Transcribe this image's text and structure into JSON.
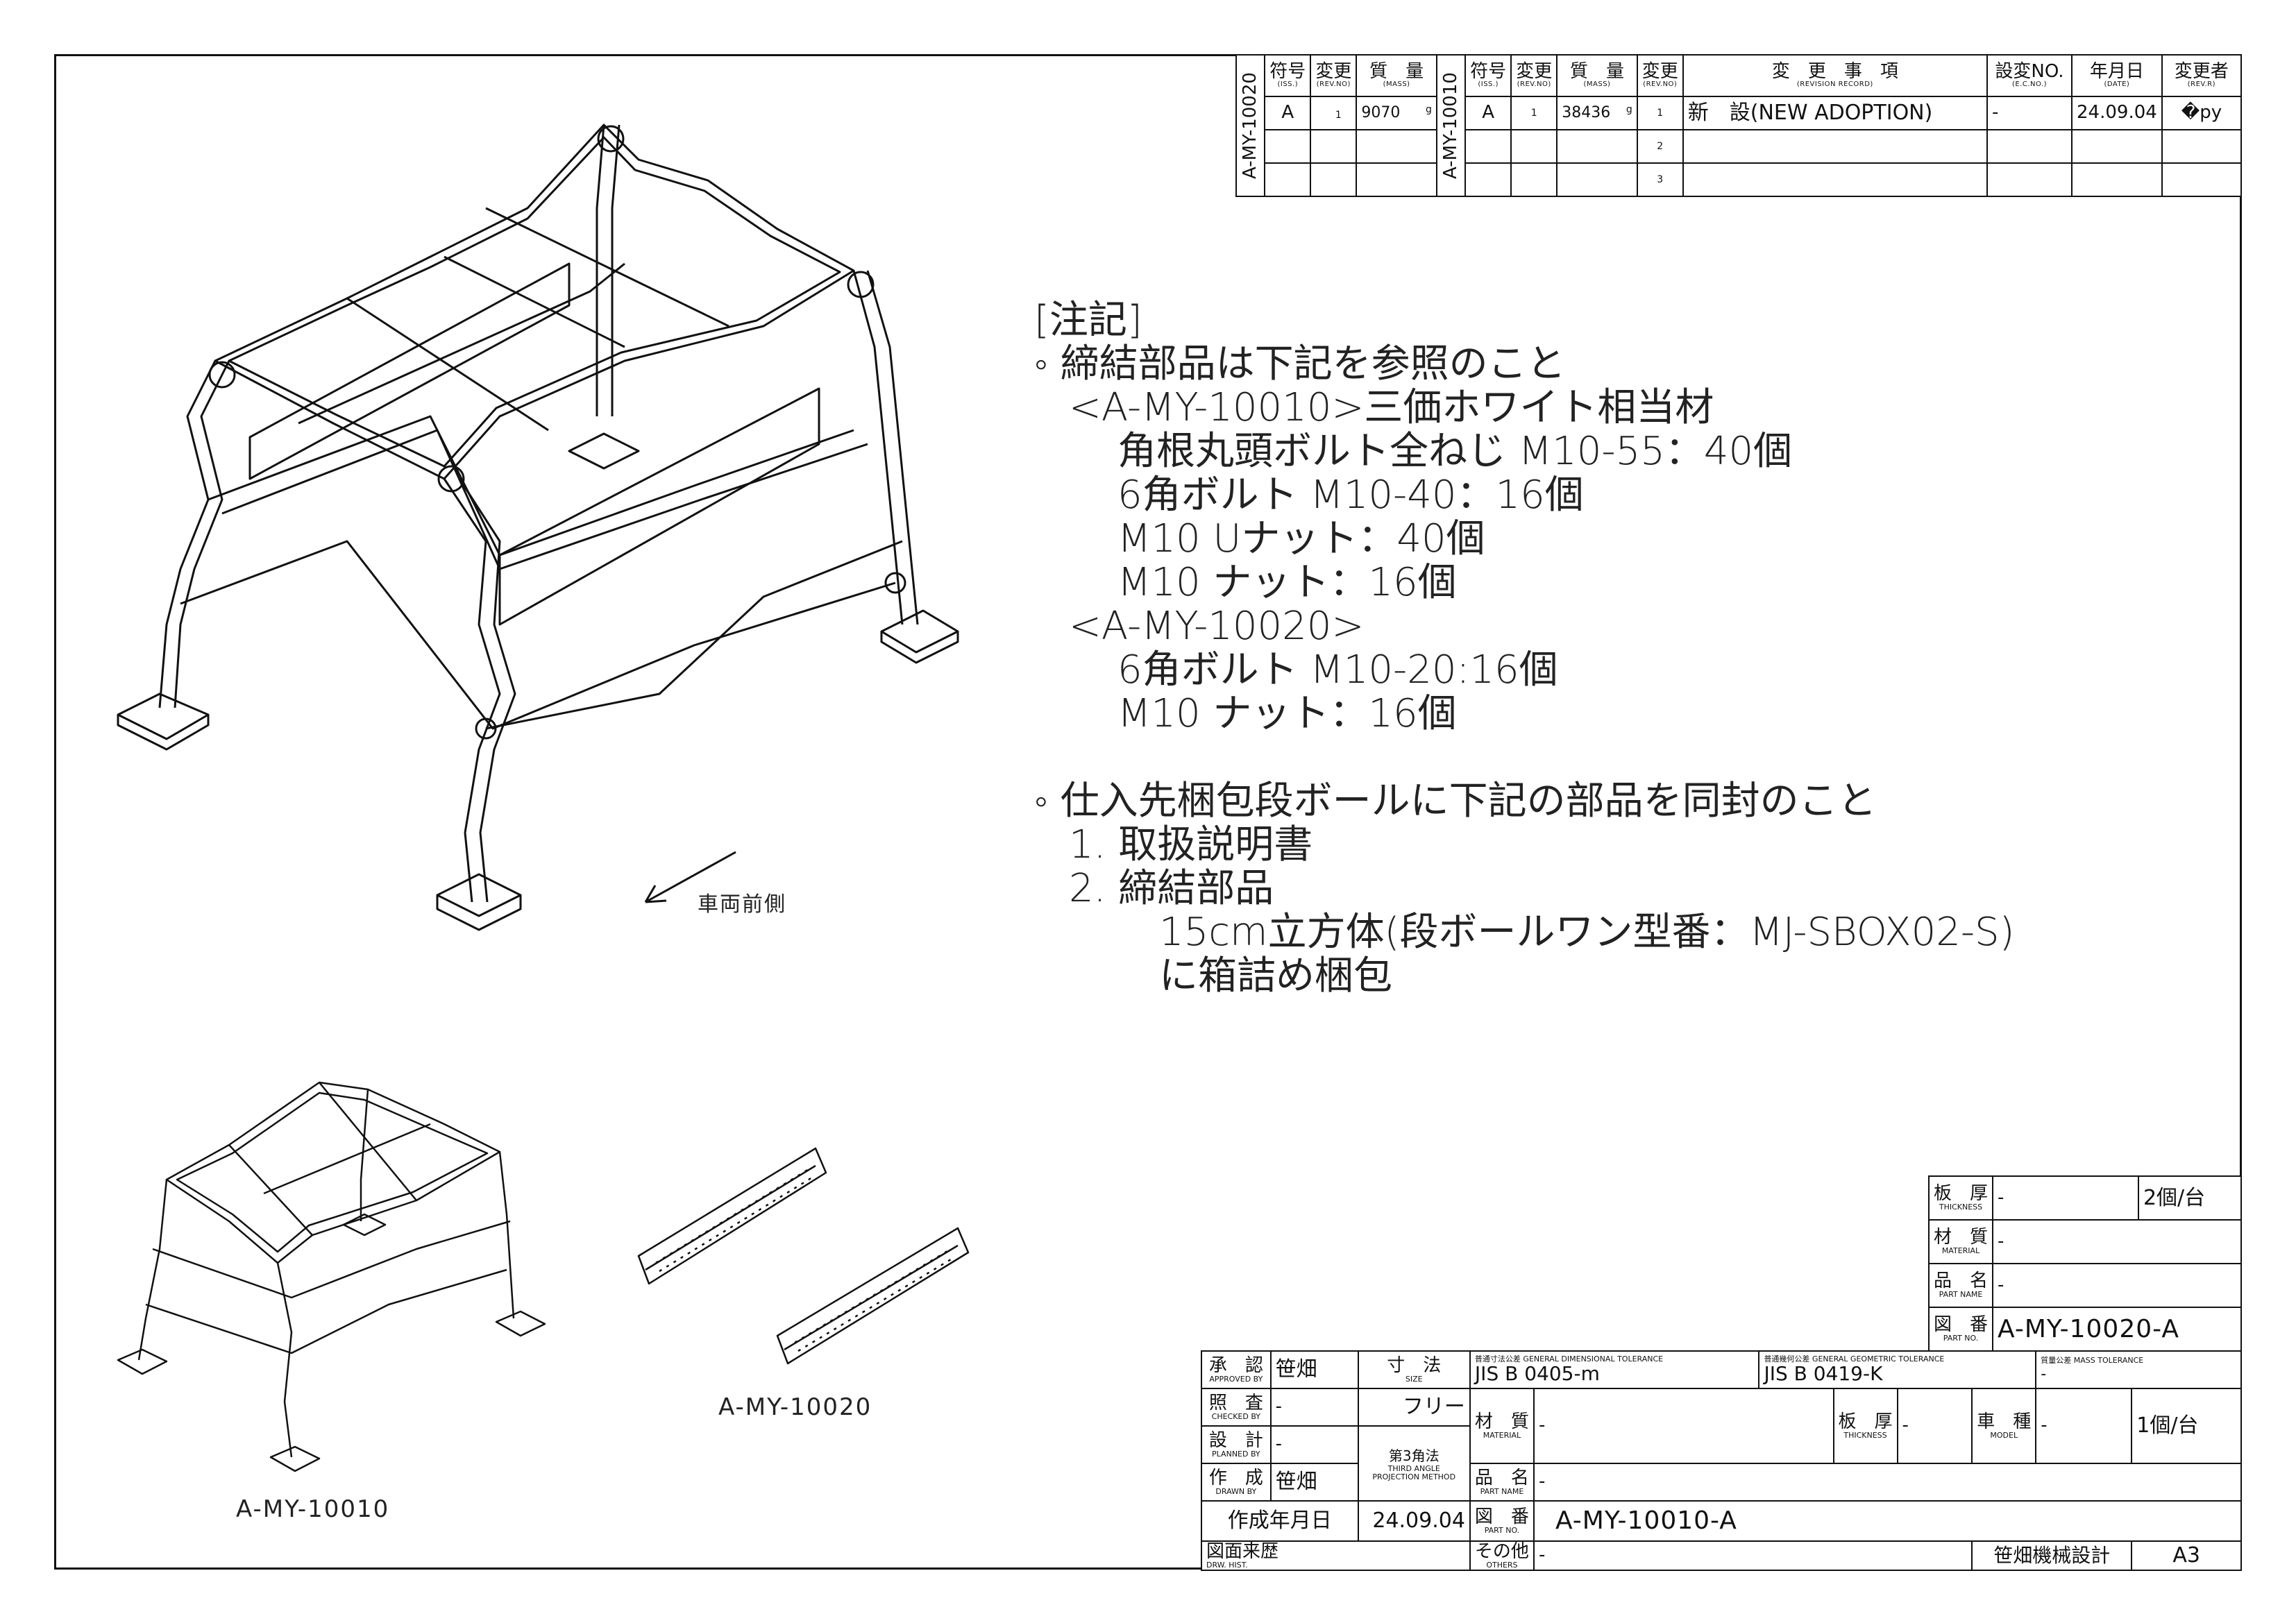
{
  "notes": {
    "heading": "[注記]",
    "lines": [
      {
        "text": "◦ 締結部品は下記を参照のこと",
        "level": 0
      },
      {
        "text": "<A-MY-10010>三価ホワイト相当材",
        "level": 1
      },
      {
        "text": "角根丸頭ボルト全ねじ M10-55：40個",
        "level": 2
      },
      {
        "text": "6角ボルト M10-40：16個",
        "level": 2
      },
      {
        "text": "M10 Uナット：40個",
        "level": 2
      },
      {
        "text": "M10 ナット：16個",
        "level": 2
      },
      {
        "text": "<A-MY-10020>",
        "level": 1
      },
      {
        "text": "6角ボルト M10-20:16個",
        "level": 2
      },
      {
        "text": "M10 ナット：16個",
        "level": 2
      },
      {
        "text": "",
        "level": 0
      },
      {
        "text": "◦ 仕入先梱包段ボールに下記の部品を同封のこと",
        "level": 0
      },
      {
        "text": "1. 取扱説明書",
        "level": 1
      },
      {
        "text": "2. 締結部品",
        "level": 1
      },
      {
        "text": "15cm立方体(段ボールワン型番：MJ-SBOX02-S)",
        "level": 3
      },
      {
        "text": "に箱詰め梱包",
        "level": 3
      }
    ]
  },
  "captions": {
    "front_direction": "車両前側",
    "part_10010": "A-MY-10010",
    "part_10020": "A-MY-10020"
  },
  "revision": {
    "part_a": {
      "code": "A-MY-10020",
      "issue": "A",
      "rev": "1",
      "mass": "9070",
      "unit": "g"
    },
    "part_b": {
      "code": "A-MY-10010",
      "issue": "A",
      "rev": "1",
      "mass": "38436",
      "unit": "g"
    },
    "headers": {
      "issue": "符号",
      "issue_en": "(ISS.)",
      "rev": "変更",
      "rev_en": "(REV.NO)",
      "mass": "質　量",
      "mass_en": "(MASS)",
      "record": "変　更　事　項",
      "record_en": "(REVISION RECORD)",
      "ecno": "設変NO.",
      "ecno_en": "(E.C.NO.)",
      "date": "年月日",
      "date_en": "(DATE)",
      "reviser": "変更者",
      "reviser_en": "(REV.R)"
    },
    "rows": [
      {
        "no": "1",
        "record": "新　設(NEW ADOPTION)",
        "ecno": "-",
        "date": "24.09.04",
        "reviser": "�py"
      },
      {
        "no": "2",
        "record": "",
        "ecno": "",
        "date": "",
        "reviser": ""
      },
      {
        "no": "3",
        "record": "",
        "ecno": "",
        "date": "",
        "reviser": ""
      }
    ]
  },
  "part_table": {
    "thickness_label": "板　厚",
    "thickness_en": "THICKNESS",
    "thickness": "-",
    "qty": "2個/台",
    "material_label": "材　質",
    "material_en": "MATERIAL",
    "material": "-",
    "name_label": "品　名",
    "name_en": "PART NAME",
    "name": "-",
    "partno_label": "図　番",
    "partno_en": "PART NO.",
    "partno": "A-MY-10020-A"
  },
  "title_block": {
    "approved_label": "承　認",
    "approved_en": "APPROVED BY",
    "approved": "笹畑",
    "checked_label": "照　査",
    "checked_en": "CHECKED BY",
    "checked": "-",
    "planned_label": "設　計",
    "planned_en": "PLANNED BY",
    "planned": "-",
    "drawn_label": "作　成",
    "drawn_en": "DRAWN BY",
    "drawn": "笹畑",
    "size_label": "寸　法",
    "size_en": "SIZE",
    "size": "フリー",
    "projection": "第3角法",
    "projection_en1": "THIRD ANGLE",
    "projection_en2": "PROJECTION METHOD",
    "dim_tol_label": "普通寸法公差 GENERAL DIMENSIONAL TOLERANCE",
    "dim_tol": "JIS B 0405-m",
    "geo_tol_label": "普通幾何公差 GENERAL GEOMETRIC TOLERANCE",
    "geo_tol": "JIS B 0419-K",
    "mass_tol_label": "質量公差 MASS TOLERANCE",
    "mass_tol": "-",
    "material_label": "材　質",
    "material_en": "MATERIAL",
    "material": "-",
    "thickness_label": "板　厚",
    "thickness_en": "THICKNESS",
    "thickness": "-",
    "model_label": "車　種",
    "model_en": "MODEL",
    "model": "-",
    "qty": "1個/台",
    "name_label": "品　名",
    "name_en": "PART NAME",
    "name": "-",
    "created_label": "作成年月日",
    "created": "24.09.04",
    "partno_label": "図　番",
    "partno_en": "PART NO.",
    "partno": "A-MY-10010-A",
    "history_label": "図面来歴",
    "history_en": "DRW. HIST.",
    "others_label": "その他",
    "others_en": "OTHERS",
    "others": "-",
    "company": "笹畑機械設計",
    "sheet": "A3"
  }
}
